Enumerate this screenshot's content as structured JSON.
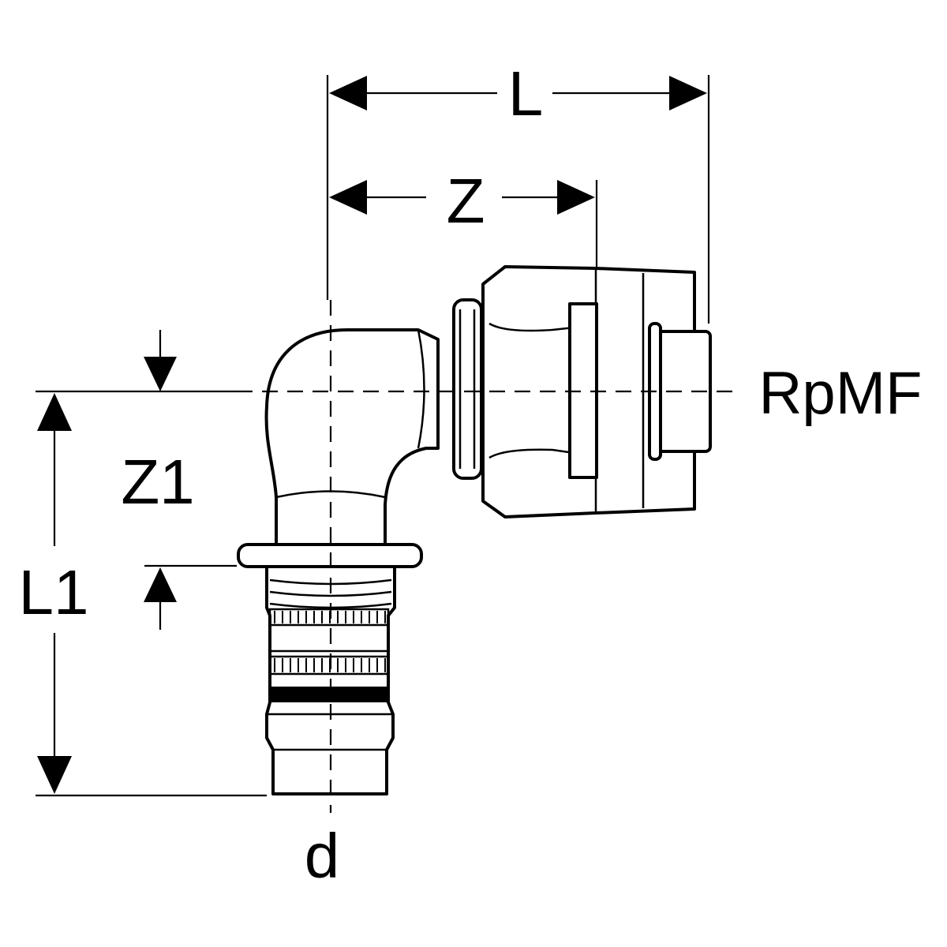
{
  "labels": {
    "L": "L",
    "Z": "Z",
    "Z1": "Z1",
    "L1": "L1",
    "RpMF": "RpMF",
    "d": "d"
  }
}
